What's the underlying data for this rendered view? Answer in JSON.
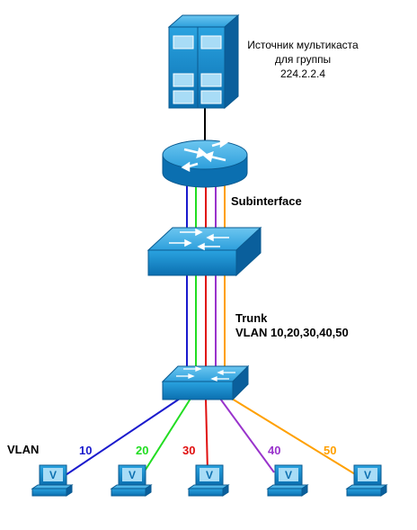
{
  "source": {
    "line1": "Источник мультикаста",
    "line2": "для группы",
    "line3": "224.2.2.4"
  },
  "subinterface_label": "Subinterface",
  "trunk": {
    "line1": "Trunk",
    "line2": "VLAN 10,20,30,40,50"
  },
  "vlan_label": "VLAN",
  "vlans": [
    {
      "id": "10",
      "color": "#1a1acd"
    },
    {
      "id": "20",
      "color": "#22dd22"
    },
    {
      "id": "30",
      "color": "#e01010"
    },
    {
      "id": "40",
      "color": "#9933cc"
    },
    {
      "id": "50",
      "color": "#ffa000"
    }
  ],
  "icons": [
    "server-icon",
    "router-icon",
    "l3-switch-icon",
    "l2-switch-icon",
    "pc-icon"
  ]
}
